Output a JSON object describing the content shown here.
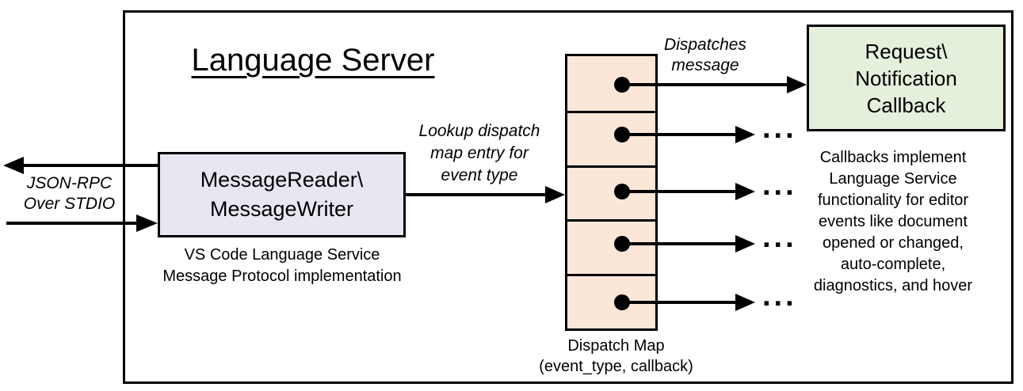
{
  "diagram": {
    "title": "Language Server",
    "io_label": "JSON-RPC\nOver STDIO",
    "reader_box": {
      "label": "MessageReader\\\nMessageWriter",
      "caption": "VS Code Language Service\nMessage Protocol implementation",
      "fill": "#e8e7f1"
    },
    "lookup_label": "Lookup dispatch\nmap entry for\nevent type",
    "dispatches_label": "Dispatches\nmessage",
    "dispatch_map": {
      "caption": "Dispatch Map\n(event_type, callback)",
      "slot_count": 5,
      "fill": "#fbe6d8"
    },
    "callback_box": {
      "label": "Request\\\nNotification\nCallback",
      "fill": "#e4efdc"
    },
    "callbacks_note": "Callbacks implement\nLanguage Service\nfunctionality for editor\nevents like document\nopened or changed,\nauto-complete,\ndiagnostics, and hover",
    "ellipsis": "...",
    "colors": {
      "stroke": "#000000",
      "background": "#ffffff"
    }
  }
}
